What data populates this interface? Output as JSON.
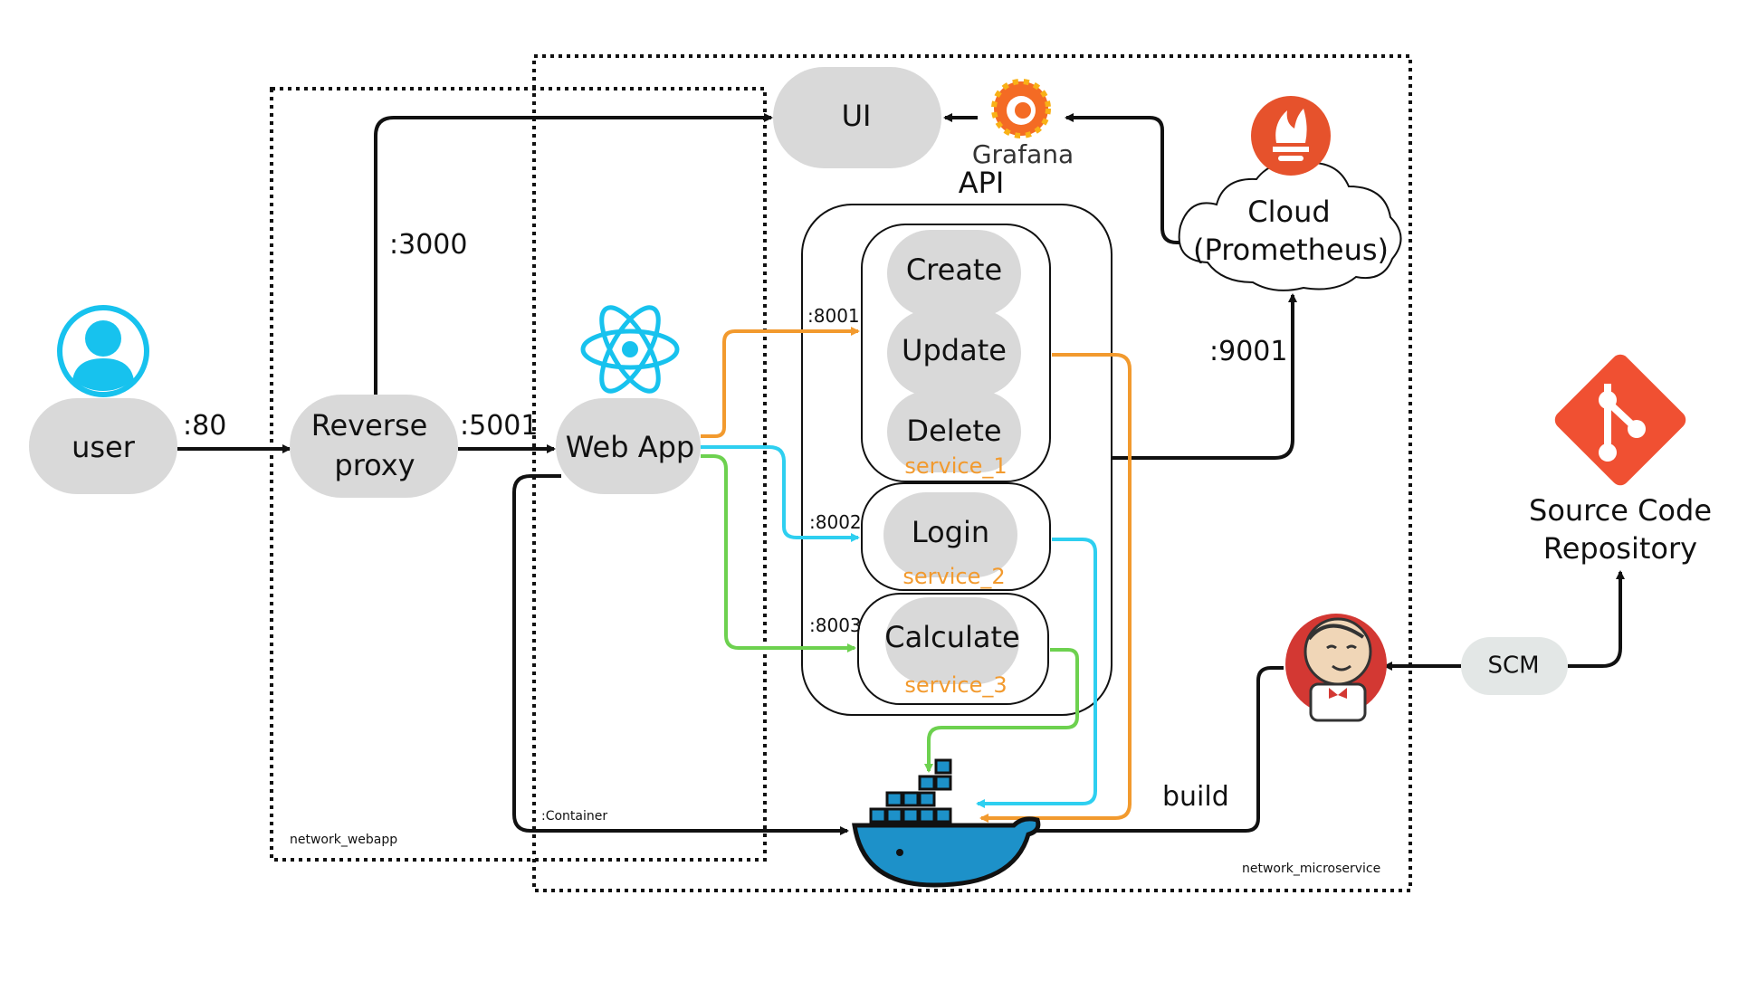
{
  "colors": {
    "node_fill": "#d9d9d9",
    "orange": "#f29a2e",
    "cyan": "#2ecff0",
    "green": "#6dd14f",
    "service_label": "#f29a2e",
    "user_icon": "#17c2ee",
    "grafana": "#f46b24",
    "prometheus": "#e6522c",
    "git": "#f05032",
    "docker": "#1d91c9",
    "scm_fill": "#e3e7e6"
  },
  "networks": {
    "webapp": "network_webapp",
    "microservice": "network_microservice",
    "container": ":Container"
  },
  "nodes": {
    "user": "user",
    "reverse_proxy_line1": "Reverse",
    "reverse_proxy_line2": "proxy",
    "web_app": "Web App",
    "ui": "UI",
    "grafana": "Grafana",
    "api": "API",
    "cloud_line1": "Cloud",
    "cloud_line2": "(Prometheus)",
    "source_line1": "Source Code",
    "source_line2": "Repository",
    "scm": "SCM",
    "build": "build"
  },
  "services": {
    "create": "Create",
    "update": "Update",
    "delete": "Delete",
    "service_1": "service_1",
    "login": "Login",
    "service_2": "service_2",
    "calculate": "Calculate",
    "service_3": "service_3"
  },
  "ports": {
    "p80": ":80",
    "p3000": ":3000",
    "p5001": ":5001",
    "p8001": ":8001",
    "p8002": ":8002",
    "p8003": ":8003",
    "p9001": ":9001"
  },
  "icons": {
    "user": "user-icon",
    "react": "react-icon",
    "grafana": "grafana-icon",
    "prometheus": "prometheus-icon",
    "git": "git-icon",
    "jenkins": "jenkins-icon",
    "docker": "docker-icon"
  }
}
